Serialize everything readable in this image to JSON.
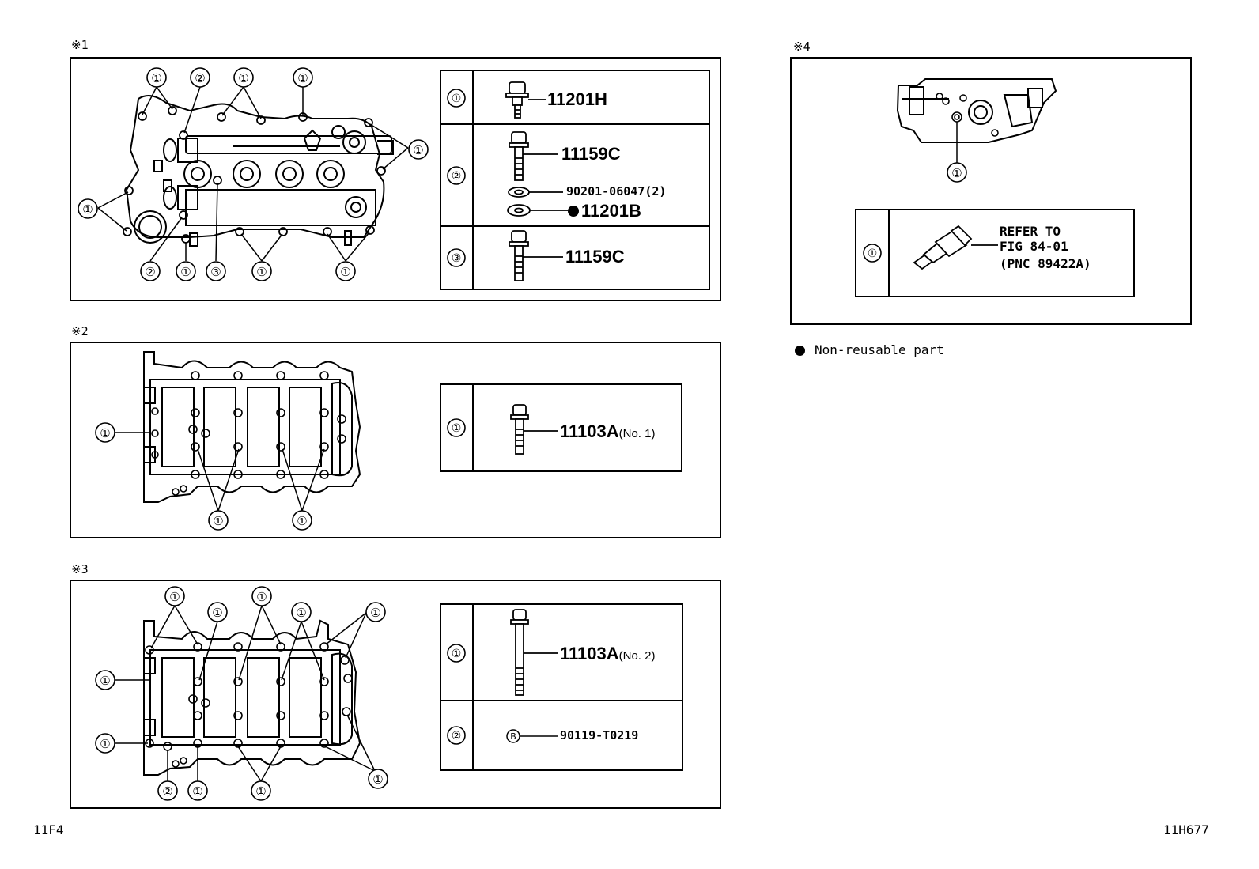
{
  "section_labels": {
    "s1": "※1",
    "s2": "※2",
    "s3": "※3",
    "s4": "※4"
  },
  "callouts": {
    "c1": "①",
    "c2": "②",
    "c3": "③"
  },
  "panel1": {
    "parts": {
      "bolt_11201H": "11201H",
      "bolt_11159C_a": "11159C",
      "washer_90201": "90201-06047(2)",
      "gasket_11201B": "11201B",
      "bolt_11159C_b": "11159C"
    }
  },
  "panel2": {
    "part_number": "11103A",
    "part_suffix": "(No. 1)"
  },
  "panel3": {
    "part_number": "11103A",
    "part_suffix": "(No. 2)",
    "plug_number": "90119-T0219",
    "plug_mark": "B"
  },
  "panel4": {
    "refer_line1": "REFER TO",
    "refer_line2": "FIG 84-01",
    "refer_line3": "(PNC 89422A)"
  },
  "legend": {
    "non_reusable": "Non-reusable part"
  },
  "footer": {
    "left_code": "11F4",
    "right_code": "11H677"
  },
  "colors": {
    "ink": "#000000",
    "paper": "#ffffff"
  }
}
